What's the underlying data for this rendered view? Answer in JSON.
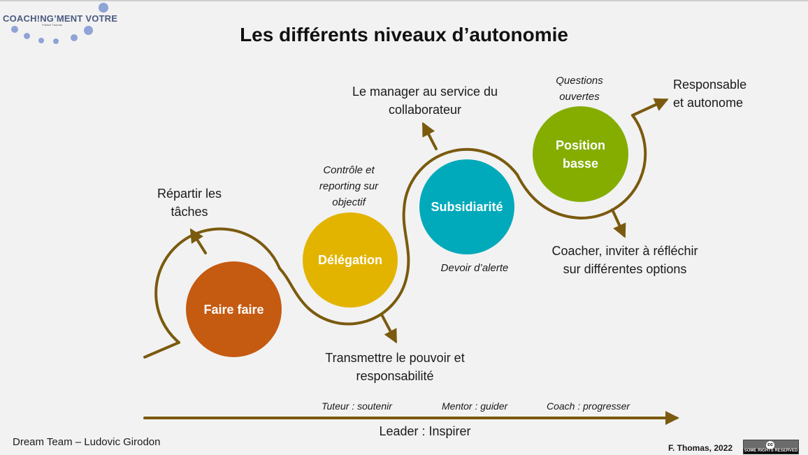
{
  "logo": {
    "text": "COACH!NG’MENT VOTRE",
    "subtitle": "Fabrice Thomas"
  },
  "title": "Les différents niveaux d’autonomie",
  "circles": {
    "faire_faire": "Faire faire",
    "delegation": "Délégation",
    "subsidiarite": "Subsidiarité",
    "position_basse": "Position basse"
  },
  "labels": {
    "repartir": "Répartir les tâches",
    "controle": "Contrôle et reporting sur objectif",
    "transmettre": "Transmettre le pouvoir et responsabilité",
    "manager_service": "Le manager au service du collaborateur",
    "devoir_alerte": "Devoir d’alerte",
    "questions": "Questions ouvertes",
    "responsable": "Responsable et autonome",
    "coacher": "Coacher, inviter à réfléchir sur différentes options"
  },
  "axis": {
    "tuteur": "Tuteur : soutenir",
    "mentor": "Mentor : guider",
    "coach": "Coach : progresser",
    "leader": "Leader : Inspirer"
  },
  "footer": {
    "left": "Dream Team – Ludovic Girodon",
    "right": "F. Thomas, 2022",
    "license_text": "SOME RIGHTS RESERVED",
    "license_icon": "cc"
  },
  "colors": {
    "line": "#7a5a0e",
    "faire_faire": "#c55a11",
    "delegation": "#e2b400",
    "subsidiarite": "#00aabb",
    "position_basse": "#84ad00",
    "logo": "#4a5a80",
    "dots": "#8fa3d6"
  }
}
